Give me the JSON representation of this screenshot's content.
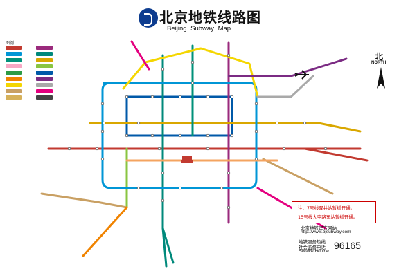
{
  "header": {
    "title_cn": "北京地铁线路图",
    "title_en": "Beijing Subway Map"
  },
  "legend": {
    "title": "图例",
    "items": [
      {
        "color": "#c23a30"
      },
      {
        "color": "#9a2a7c"
      },
      {
        "color": "#0096d6"
      },
      {
        "color": "#00897b"
      },
      {
        "color": "#00917a"
      },
      {
        "color": "#d9a700"
      },
      {
        "color": "#f7a8c4"
      },
      {
        "color": "#8ac541"
      },
      {
        "color": "#2e9b45"
      },
      {
        "color": "#0059a8"
      },
      {
        "color": "#f08300"
      },
      {
        "color": "#7b2b83"
      },
      {
        "color": "#f4d600"
      },
      {
        "color": "#a9a9a9"
      },
      {
        "color": "#c9a063"
      },
      {
        "color": "#e4007f"
      },
      {
        "color": "#d6b15a"
      },
      {
        "color": "#444444"
      }
    ]
  },
  "compass": {
    "north_cn": "北",
    "north_en": "NORTH"
  },
  "notes": {
    "line1": "注：7号线双井站暂缓开通。",
    "line2": "15号线大屯路东站暂缓开通。"
  },
  "footer": {
    "website_label": "北京地铁官方网站",
    "website_url": "http://www.bjsubway.com",
    "hotline_label": "地铁服务热线",
    "supervision_label": "社会监督电话",
    "hotline_en": "Service Hotline",
    "hotline_number": "96165"
  },
  "map": {
    "lines": [
      {
        "id": "line-1",
        "color": "#c23a30"
      },
      {
        "id": "line-2",
        "color": "#0059a8"
      },
      {
        "id": "line-4",
        "color": "#00897b"
      },
      {
        "id": "line-5",
        "color": "#9a2a7c"
      },
      {
        "id": "line-6",
        "color": "#d9a700"
      },
      {
        "id": "line-8",
        "color": "#00917a"
      },
      {
        "id": "line-9",
        "color": "#8ac541"
      },
      {
        "id": "line-10",
        "color": "#0096d6"
      },
      {
        "id": "line-13",
        "color": "#f4d600"
      },
      {
        "id": "line-14",
        "color": "#c9a063"
      },
      {
        "id": "line-15",
        "color": "#7b2b83"
      },
      {
        "id": "batong-line",
        "color": "#c23a30"
      },
      {
        "id": "changping-line",
        "color": "#e4007f"
      },
      {
        "id": "fangshan-line",
        "color": "#f08300"
      },
      {
        "id": "yizhuang-line",
        "color": "#e4007f"
      },
      {
        "id": "daxing-line",
        "color": "#00897b"
      },
      {
        "id": "airport-express",
        "color": "#a9a9a9"
      },
      {
        "id": "line-7",
        "color": "#f4a460"
      }
    ]
  }
}
